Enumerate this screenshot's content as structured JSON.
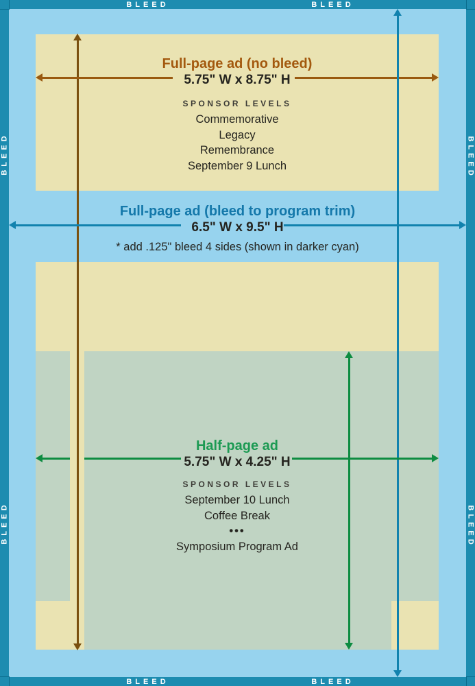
{
  "bleed_label": "BLEED",
  "full_page_no_bleed": {
    "title": "Full-page ad (no bleed)",
    "size": "5.75\" W x 8.75\" H",
    "sponsor_levels_label": "SPONSOR LEVELS",
    "sponsor_levels": [
      "Commemorative",
      "Legacy",
      "Remembrance",
      "September 9 Lunch"
    ]
  },
  "full_page_bleed": {
    "title": "Full-page ad (bleed to program trim)",
    "size": "6.5\" W x 9.5\" H",
    "note": "* add .125\" bleed 4 sides (shown in darker cyan)"
  },
  "half_page": {
    "title": "Half-page ad",
    "size": "5.75\" W x 4.25\" H",
    "sponsor_levels_label": "SPONSOR LEVELS",
    "sponsor_levels": [
      "September 10 Lunch",
      "Coffee Break",
      "•••",
      "Symposium Program Ad"
    ]
  },
  "colors": {
    "bleed_border_teal": "#1d8cb0",
    "page_light_blue": "#97d3ee",
    "ad_cream": "#eae3b2",
    "half_page_green": "#c0d4c3",
    "brown_accent": "#a3590e",
    "blue_accent": "#1478aa",
    "green_accent": "#1c9a53",
    "text_dark": "#25241f"
  }
}
